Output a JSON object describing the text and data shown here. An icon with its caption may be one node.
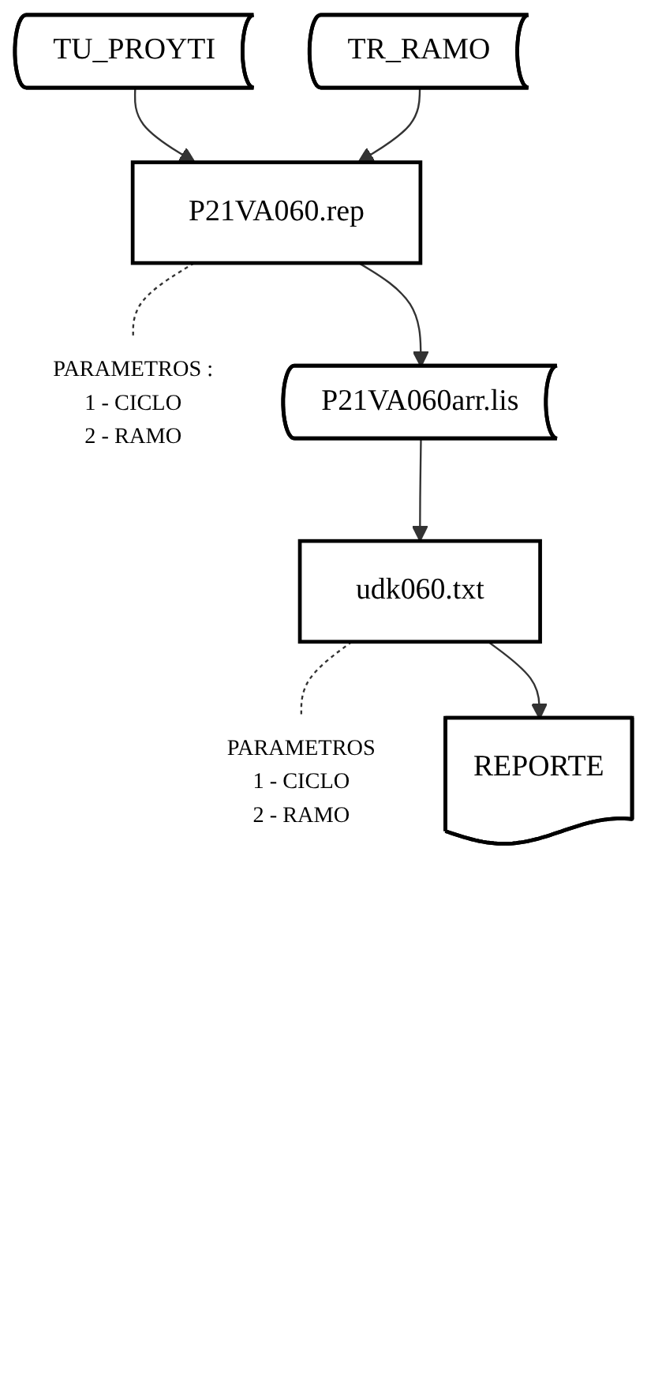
{
  "diagram": {
    "nodes": [
      {
        "text": [
          "TU_PROYTI"
        ]
      },
      {
        "text": [
          "TR_RAMO"
        ]
      },
      {
        "text": [
          "P21VA060.rep"
        ]
      },
      {
        "text": [
          "PARAMETROS :",
          "1 - CICLO",
          "2 - RAMO"
        ]
      },
      {
        "text": [
          "P21VA060arr.lis"
        ]
      },
      {
        "text": [
          "udk060.txt"
        ]
      },
      {
        "text": [
          "PARAMETROS",
          "1 - CICLO",
          "2 - RAMO"
        ]
      },
      {
        "text": [
          "REPORTE"
        ]
      }
    ],
    "edges": [
      {
        "from": 0,
        "to": 2,
        "arrow": "to"
      },
      {
        "from": 1,
        "to": 2,
        "arrow": "to"
      },
      {
        "from": 2,
        "to": 3,
        "arrow": "none",
        "style": "dashed"
      },
      {
        "from": 2,
        "to": 4,
        "arrow": "to"
      },
      {
        "from": 4,
        "to": 5,
        "arrow": "to"
      },
      {
        "from": 5,
        "to": 6,
        "arrow": "none",
        "style": "dashed"
      },
      {
        "from": 5,
        "to": 7,
        "arrow": "to"
      }
    ]
  }
}
